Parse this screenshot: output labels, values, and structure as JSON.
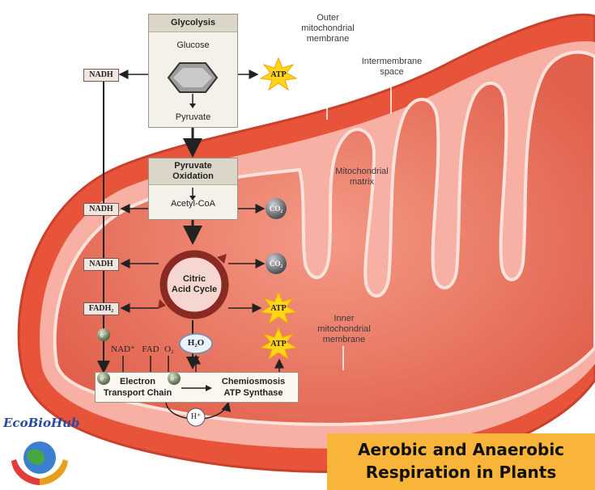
{
  "glycolysis": {
    "title": "Glycolysis",
    "input": "Glucose",
    "output": "Pyruvate"
  },
  "pyruvate_oxidation": {
    "title_line1": "Pyruvate",
    "title_line2": "Oxidation",
    "output": "Acetyl-CoA"
  },
  "citric_acid_cycle": {
    "line1": "Citric",
    "line2": "Acid Cycle"
  },
  "products": {
    "atp": "ATP",
    "nadh": "NADH",
    "fadh2": "FADH₂",
    "co2": "CO₂",
    "h2o": "H₂O",
    "h_plus": "H⁺",
    "electron": "e⁻",
    "nad_plus": "NAD⁺",
    "fad": "FAD",
    "o2": "O₂"
  },
  "electron_transport": {
    "line1": "Electron",
    "line2": "Transport Chain"
  },
  "chemiosmosis": {
    "line1": "Chemiosmosis",
    "line2": "ATP Synthase"
  },
  "mitochondrion_labels": {
    "outer_membrane": [
      "Outer",
      "mitochondrial",
      "membrane"
    ],
    "intermembrane_space": [
      "Intermembrane",
      "space"
    ],
    "matrix": [
      "Mitochondrial",
      "matrix"
    ],
    "inner_membrane": [
      "Inner",
      "mitochondrial",
      "membrane"
    ]
  },
  "logo": {
    "text": "EcoBioHub"
  },
  "banner": {
    "line1": "Aerobic and Anaerobic",
    "line2": "Respiration in Plants"
  },
  "colors": {
    "outer": "#e8543a",
    "intermembrane": "#f7b0a3",
    "matrix": "#ef7a68",
    "banner": "#f8b53a",
    "atp_burst": "#ffd51a"
  }
}
